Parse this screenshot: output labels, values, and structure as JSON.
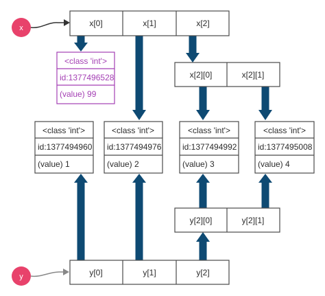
{
  "variables": {
    "x": "x",
    "y": "y"
  },
  "x_list": [
    "x[0]",
    "x[1]",
    "x[2]"
  ],
  "x2_list": [
    "x[2][0]",
    "x[2][1]"
  ],
  "y_list": [
    "y[0]",
    "y[1]",
    "y[2]"
  ],
  "y2_list": [
    "y[2][0]",
    "y[2][1]"
  ],
  "objects": [
    {
      "cls": "<class 'int'>",
      "id": "id:1377496528",
      "value": "(value) 99"
    },
    {
      "cls": "<class 'int'>",
      "id": "id:1377494960",
      "value": "(value) 1"
    },
    {
      "cls": "<class 'int'>",
      "id": "id:1377494976",
      "value": "(value) 2"
    },
    {
      "cls": "<class 'int'>",
      "id": "id:1377494992",
      "value": "(value) 3"
    },
    {
      "cls": "<class 'int'>",
      "id": "id:1377495008",
      "value": "(value) 4"
    }
  ],
  "colors": {
    "arrow": "#0e4a73",
    "variable_node": "#e8426b",
    "box_border": "#4a4a4a",
    "highlight": "#a43fb4"
  }
}
